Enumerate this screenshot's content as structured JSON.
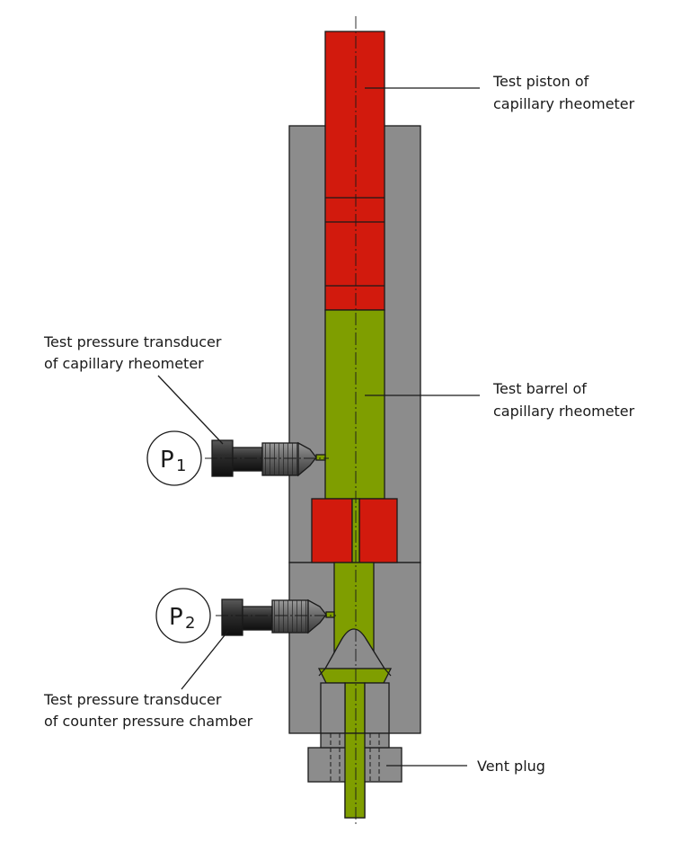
{
  "labels": {
    "piston_line1": "Test piston of",
    "piston_line2": "capillary rheometer",
    "barrel_line1": "Test barrel of",
    "barrel_line2": "capillary rheometer",
    "transducer1_line1": "Test pressure transducer",
    "transducer1_line2": "of capillary rheometer",
    "transducer2_line1": "Test pressure transducer",
    "transducer2_line2": "of counter pressure chamber",
    "vent_plug": "Vent plug"
  },
  "gauges": {
    "p1_letter": "P",
    "p1_index": "1",
    "p2_letter": "P",
    "p2_index": "2"
  },
  "colors": {
    "housing": "#8c8c8c",
    "piston": "#d21a0d",
    "melt": "#7f9e00",
    "transducer_dark": "#2b2b2b",
    "thread": "#6f6f6f"
  }
}
